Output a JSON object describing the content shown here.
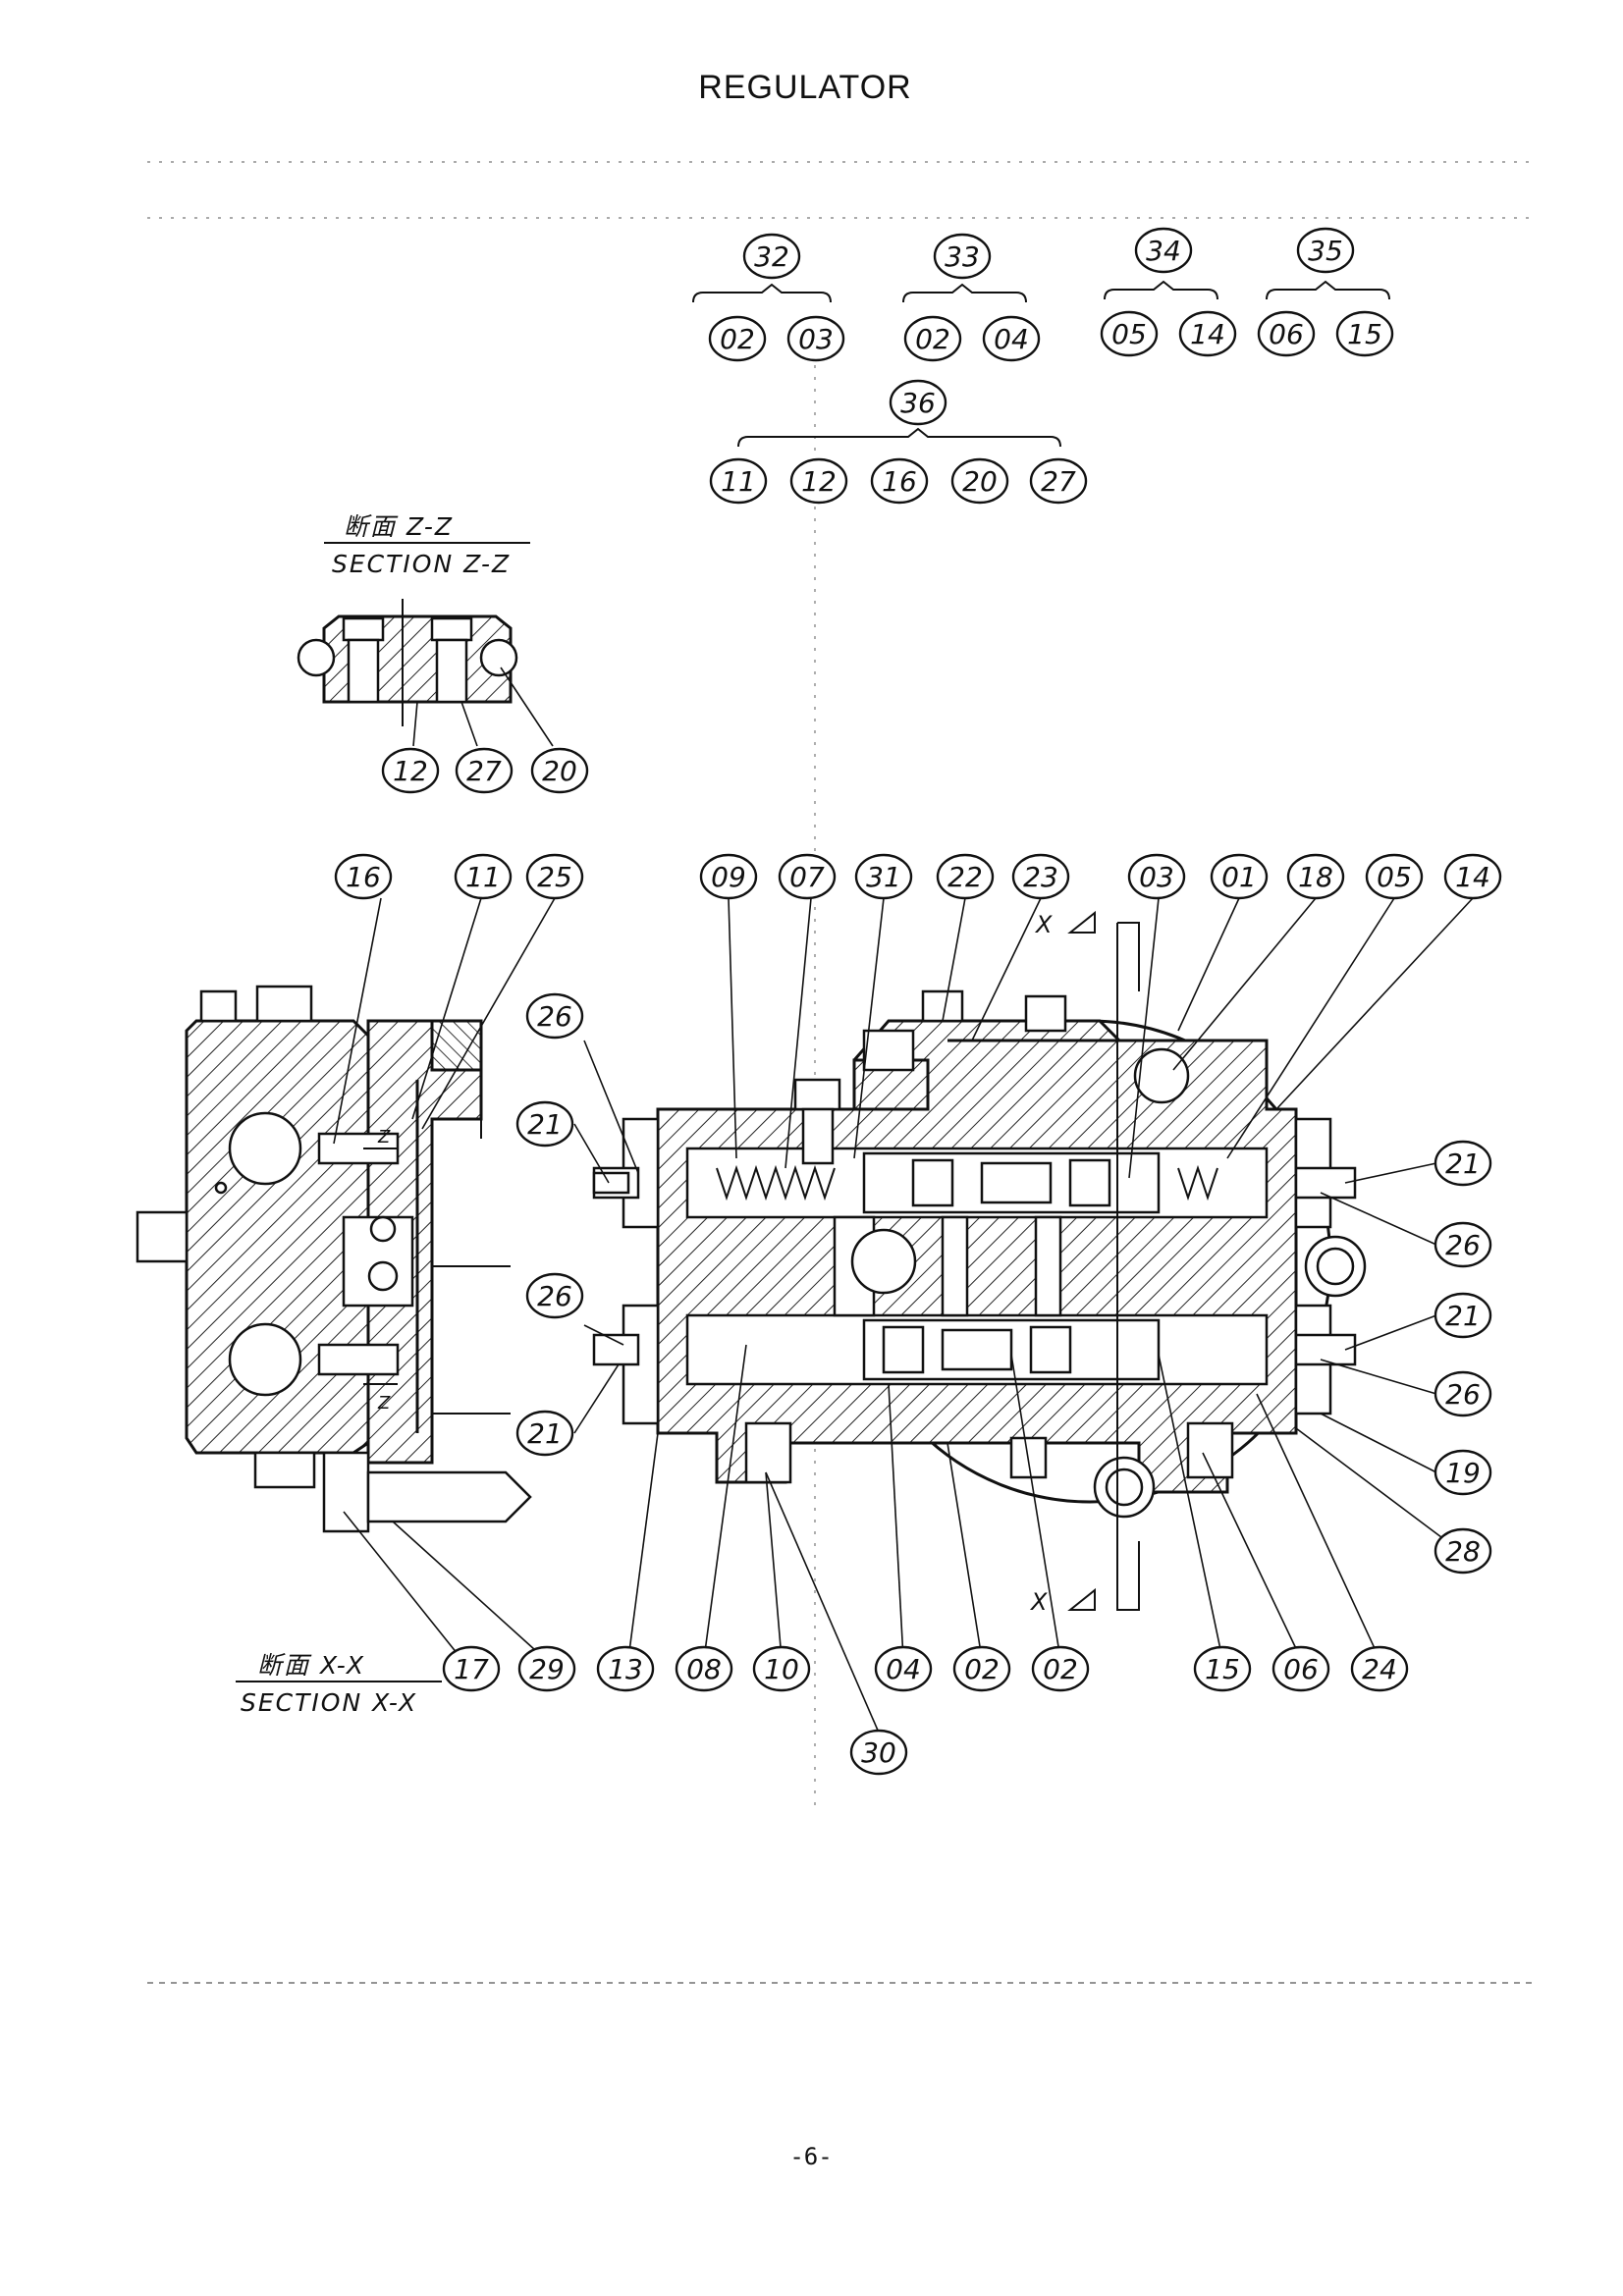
{
  "page": {
    "title": "REGULATOR",
    "page_number": "-6-"
  },
  "sections": {
    "zz": {
      "jp": "断面 Z-Z",
      "en": "SECTION Z-Z"
    },
    "xx": {
      "jp": "断面 X-X",
      "en": "SECTION X-X"
    }
  },
  "marks": {
    "x_top": "X",
    "x_bottom": "X",
    "z_top": "Z",
    "z_bottom": "Z"
  },
  "kit_groups": [
    {
      "kit": "32",
      "parts": [
        "02",
        "03"
      ]
    },
    {
      "kit": "33",
      "parts": [
        "02",
        "04"
      ]
    },
    {
      "kit": "34",
      "parts": [
        "05",
        "14"
      ]
    },
    {
      "kit": "35",
      "parts": [
        "06",
        "15"
      ]
    },
    {
      "kit": "36",
      "parts": [
        "11",
        "12",
        "16",
        "20",
        "27"
      ]
    }
  ],
  "callouts": {
    "zz": [
      "12",
      "27",
      "20"
    ],
    "top_row": [
      "16",
      "11",
      "25",
      "09",
      "07",
      "31",
      "22",
      "23",
      "03",
      "01",
      "18",
      "05",
      "14"
    ],
    "bottom_row": [
      "17",
      "29",
      "13",
      "08",
      "10",
      "04",
      "02",
      "02",
      "15",
      "06",
      "24"
    ],
    "below": [
      "30"
    ],
    "left_side": [
      "26",
      "21",
      "26",
      "21"
    ],
    "right_side": [
      "21",
      "26",
      "21",
      "26",
      "19",
      "28"
    ]
  }
}
